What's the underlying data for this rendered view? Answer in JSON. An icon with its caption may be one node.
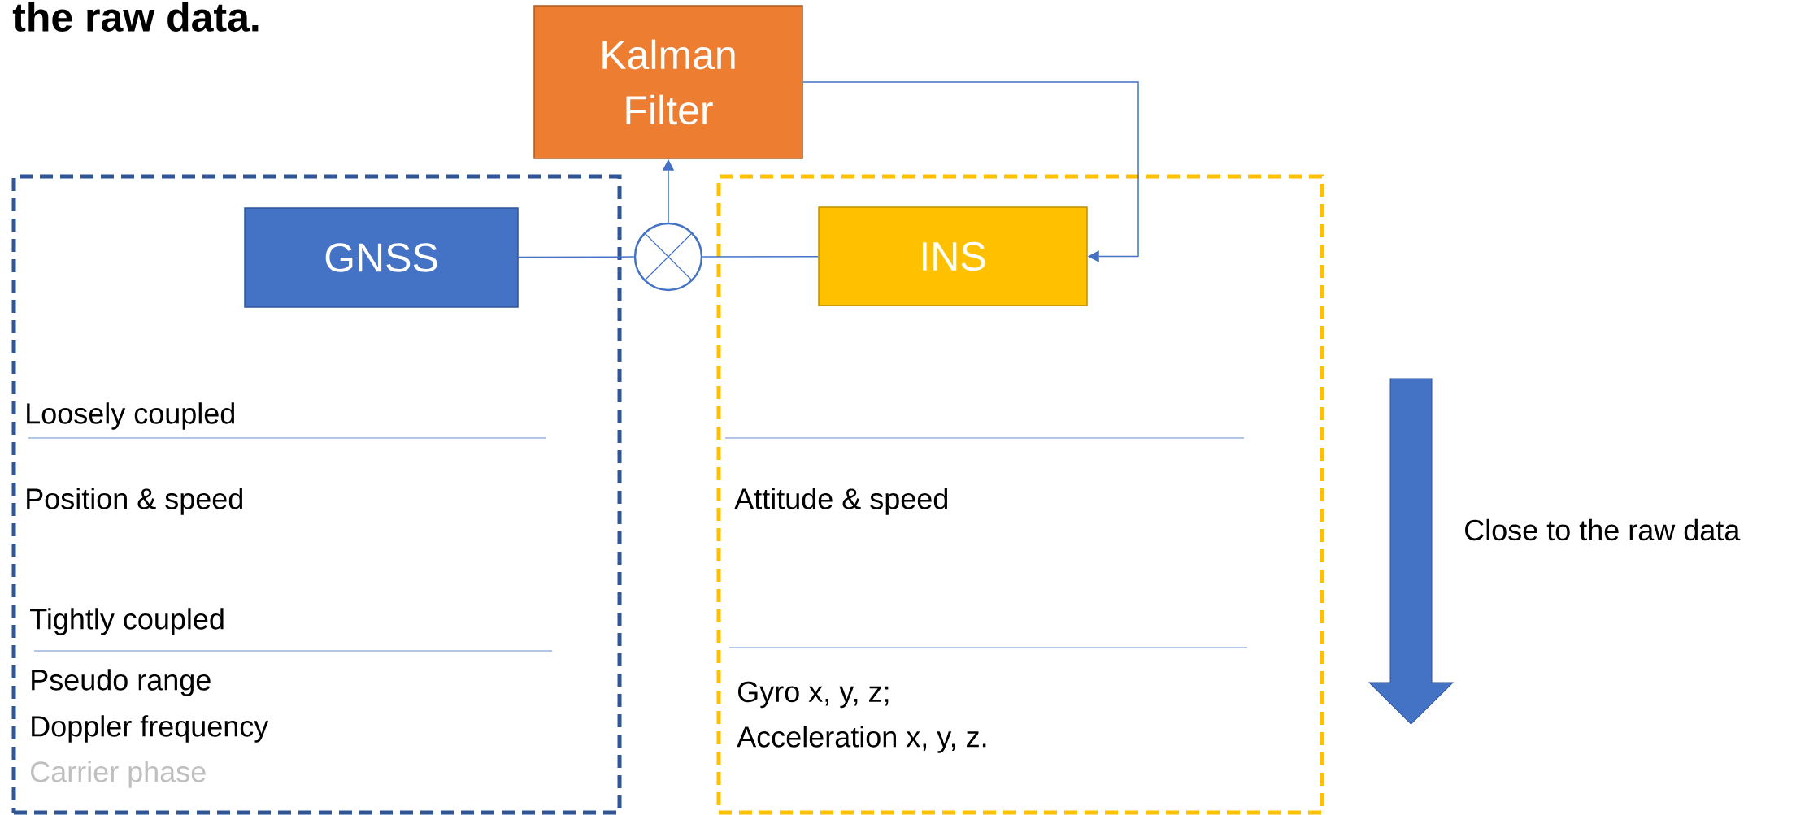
{
  "diagram": {
    "title": "the raw data.",
    "nodes": [
      {
        "text": [],
        "shape": "box"
      },
      {
        "text": [
          "GNSS"
        ],
        "in": 0
      },
      {
        "text": [],
        "shape": "circle"
      },
      {
        "text": [
          "Kalman Filter"
        ]
      },
      {
        "text": [],
        "shape": "box"
      },
      {
        "text": [
          "INS"
        ],
        "in": 4
      }
    ],
    "edges": [
      {
        "from": 1,
        "to": 2,
        "arrow": "none"
      },
      {
        "from": 5,
        "to": 2,
        "arrow": "none"
      },
      {
        "from": 2,
        "to": 3,
        "arrow": "to"
      },
      {
        "from": 3,
        "to": 5,
        "arrow": "to"
      }
    ],
    "labels": [
      "Loosely coupled",
      "Position & speed",
      "Tightly coupled",
      "Pseudo range",
      "Doppler frequency",
      "Carrier phase",
      "Attitude & speed",
      "Gyro x, y, z;",
      "Acceleration x, y, z.",
      "Close to the raw data"
    ]
  }
}
